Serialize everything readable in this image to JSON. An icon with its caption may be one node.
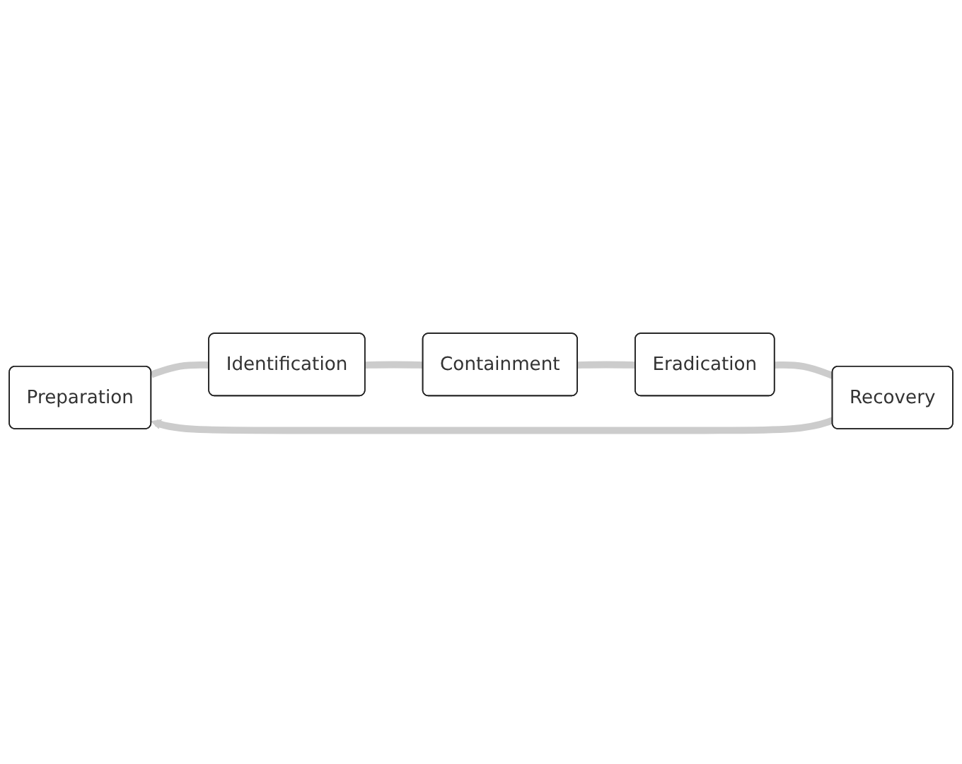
{
  "diagram": {
    "nodes": [
      {
        "text": [
          "Preparation"
        ]
      },
      {
        "text": [
          "Identification"
        ]
      },
      {
        "text": [
          "Containment"
        ]
      },
      {
        "text": [
          "Eradication"
        ]
      },
      {
        "text": [
          "Recovery"
        ]
      }
    ],
    "edges": [
      {
        "from": 0,
        "to": 1,
        "arrow": "none"
      },
      {
        "from": 1,
        "to": 2,
        "arrow": "none"
      },
      {
        "from": 2,
        "to": 3,
        "arrow": "none"
      },
      {
        "from": 3,
        "to": 4,
        "arrow": "none"
      },
      {
        "from": 4,
        "to": 0,
        "arrow": "to"
      }
    ]
  }
}
